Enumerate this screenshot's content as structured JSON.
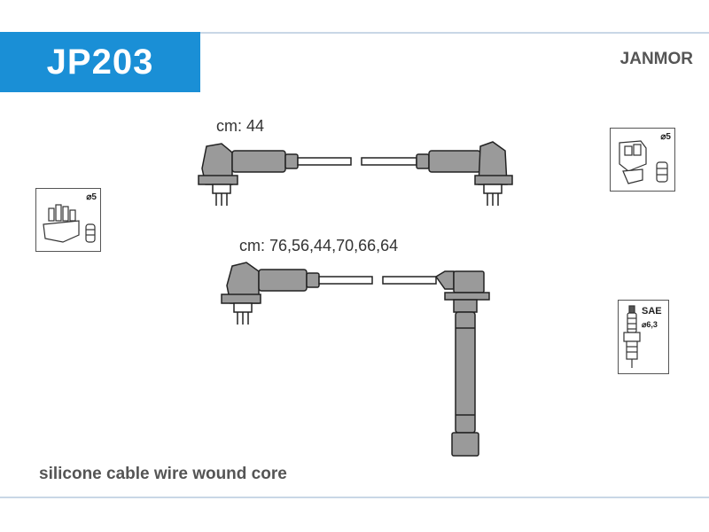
{
  "header": {
    "part_code": "JP203",
    "brand": "JANMOR"
  },
  "wires": {
    "short_label": "cm: 44",
    "long_label": "cm: 76,56,44,70,66,64"
  },
  "side_icons": {
    "left_diameter": "⌀5",
    "right_diameter": "⌀5",
    "spark_plug_standard": "SAE",
    "spark_plug_diameter": "⌀6,3"
  },
  "footer": {
    "description": "silicone cable wire wound core"
  },
  "colors": {
    "accent": "#1a8fd6",
    "text": "#555555",
    "rule": "#c9d7e6",
    "part_fill": "#9a9a9a",
    "part_stroke": "#222222"
  }
}
